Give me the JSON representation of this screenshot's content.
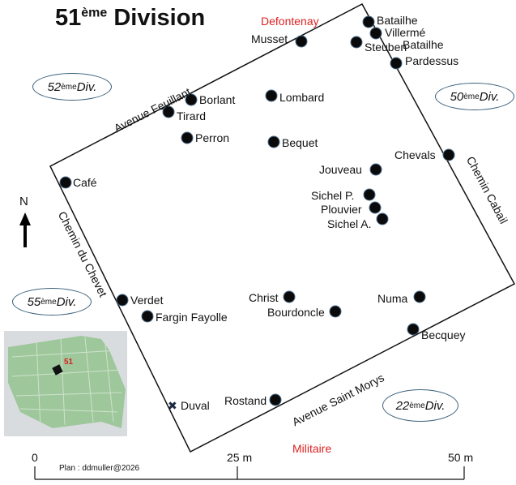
{
  "title": {
    "number": "51",
    "sup": "ème",
    "word": " Division"
  },
  "neighbors": [
    {
      "num": "52",
      "sup": "ème",
      "div": " Div."
    },
    {
      "num": "50",
      "sup": "ème",
      "div": " Div."
    },
    {
      "num": "55",
      "sup": "ème",
      "div": " Div."
    },
    {
      "num": "22",
      "sup": "ème",
      "div": " Div."
    }
  ],
  "streets": [
    "Avenue Feuillant",
    "Chemin Cabail",
    "Chemin du Chevet",
    "Avenue Saint Morys"
  ],
  "top_label": "Defontenay",
  "bottom_label": "Militaire",
  "north": "N",
  "scale": {
    "ticks": [
      "0",
      "25 m",
      "50 m"
    ],
    "credit": "Plan : ddmuller@2026"
  },
  "inset": {
    "marker": "51"
  },
  "graves": [
    {
      "name": "Batailhe",
      "symbol": "dot"
    },
    {
      "name": "Villermé",
      "symbol": "dot"
    },
    {
      "name": "Steuben",
      "symbol": "dot"
    },
    {
      "name": "Batailhe",
      "symbol": "none"
    },
    {
      "name": "Pardessus",
      "symbol": "dot"
    },
    {
      "name": "Musset",
      "symbol": "dot"
    },
    {
      "name": "Borlant",
      "symbol": "dot"
    },
    {
      "name": "Tirard",
      "symbol": "dot"
    },
    {
      "name": "Lombard",
      "symbol": "dot"
    },
    {
      "name": "Perron",
      "symbol": "dot"
    },
    {
      "name": "Bequet",
      "symbol": "dot"
    },
    {
      "name": "Chevals",
      "symbol": "dot"
    },
    {
      "name": "Café",
      "symbol": "dot"
    },
    {
      "name": "Jouveau",
      "symbol": "dot"
    },
    {
      "name": "Sichel P.",
      "symbol": "dot"
    },
    {
      "name": "Plouvier",
      "symbol": "dot"
    },
    {
      "name": "Sichel A.",
      "symbol": "dot"
    },
    {
      "name": "Verdet",
      "symbol": "dot"
    },
    {
      "name": "Fargin Fayolle",
      "symbol": "dot"
    },
    {
      "name": "Christ",
      "symbol": "dot"
    },
    {
      "name": "Bourdoncle",
      "symbol": "dot"
    },
    {
      "name": "Numa",
      "symbol": "dot"
    },
    {
      "name": "Becquey",
      "symbol": "dot"
    },
    {
      "name": "Rostand",
      "symbol": "dot"
    },
    {
      "name": "Duval",
      "symbol": "cross"
    }
  ]
}
